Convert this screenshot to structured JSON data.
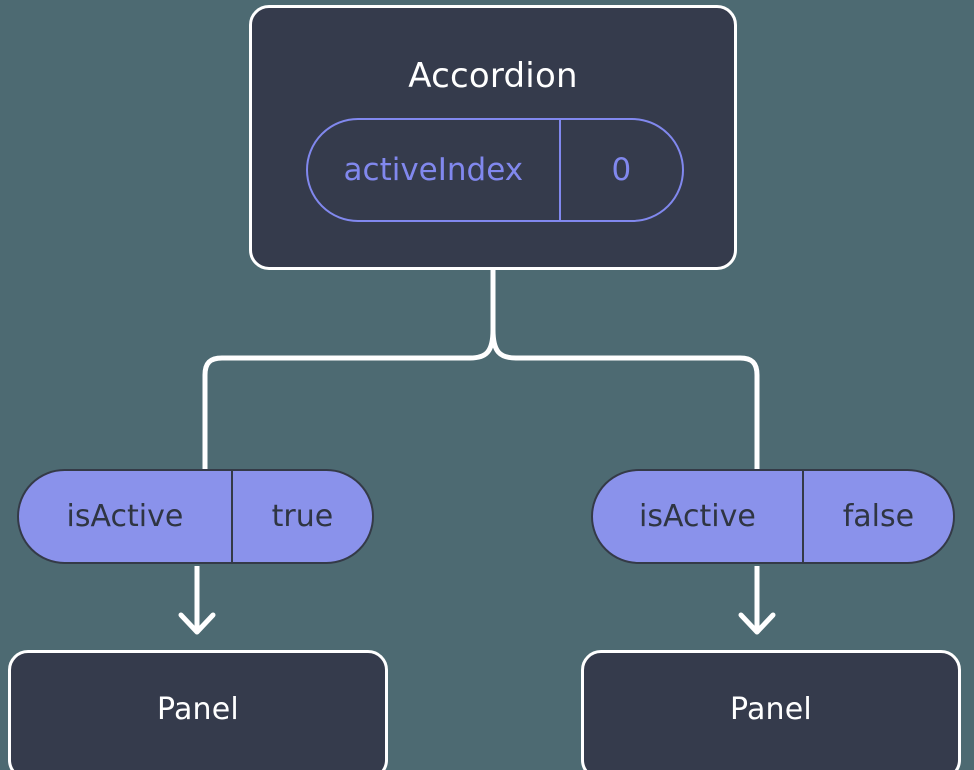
{
  "diagram": {
    "title_hidden": "",
    "background_color": "#4d6a72",
    "node_fill_color": "#353b4c",
    "node_border_color": "#ffffff",
    "accent_color": "#8188ee",
    "prop_pill_fill_color": "#8a92eb",
    "prop_pill_text_color": "#2f3542",
    "connector_color": "#ffffff"
  },
  "root": {
    "label": "Accordion",
    "state": {
      "key": "activeIndex",
      "value": "0"
    }
  },
  "branches": [
    {
      "prop": {
        "key": "isActive",
        "value": "true"
      },
      "child": {
        "label": "Panel"
      }
    },
    {
      "prop": {
        "key": "isActive",
        "value": "false"
      },
      "child": {
        "label": "Panel"
      }
    }
  ],
  "connectors": {
    "fork_label": "",
    "arrow_left_label": "",
    "arrow_right_label": ""
  }
}
